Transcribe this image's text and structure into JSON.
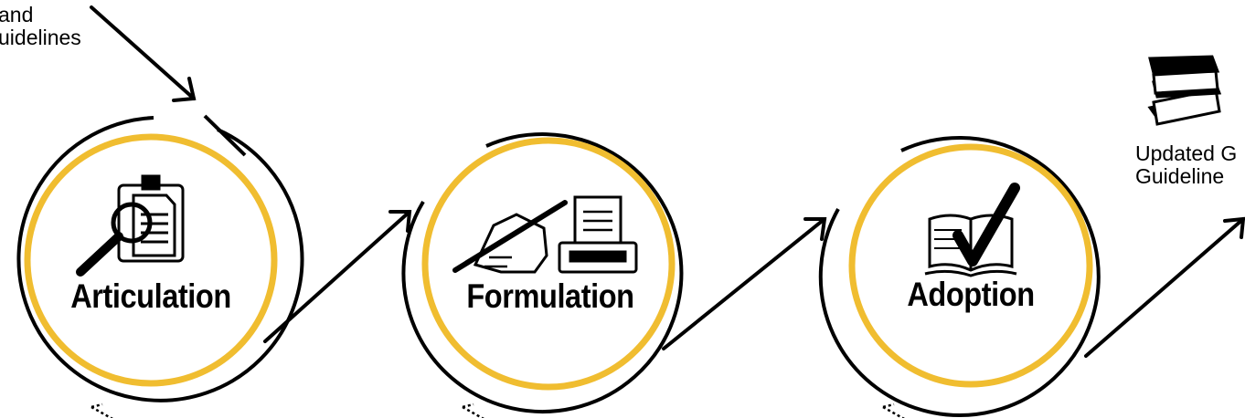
{
  "diagram": {
    "colors": {
      "ring": "#f0bd30",
      "stroke": "#000000",
      "background": "#ffffff"
    },
    "input_label": {
      "line1": "and",
      "line2": "uidelines"
    },
    "output_label": {
      "line1": "Updated G",
      "line2": "Guideline"
    },
    "stages": [
      {
        "title": "Articulation",
        "icon": "clipboard-magnifier-icon"
      },
      {
        "title": "Formulation",
        "icon": "hand-writing-printer-icon"
      },
      {
        "title": "Adoption",
        "icon": "book-checkmark-icon"
      }
    ],
    "output_icon": "stacked-books-icon"
  }
}
